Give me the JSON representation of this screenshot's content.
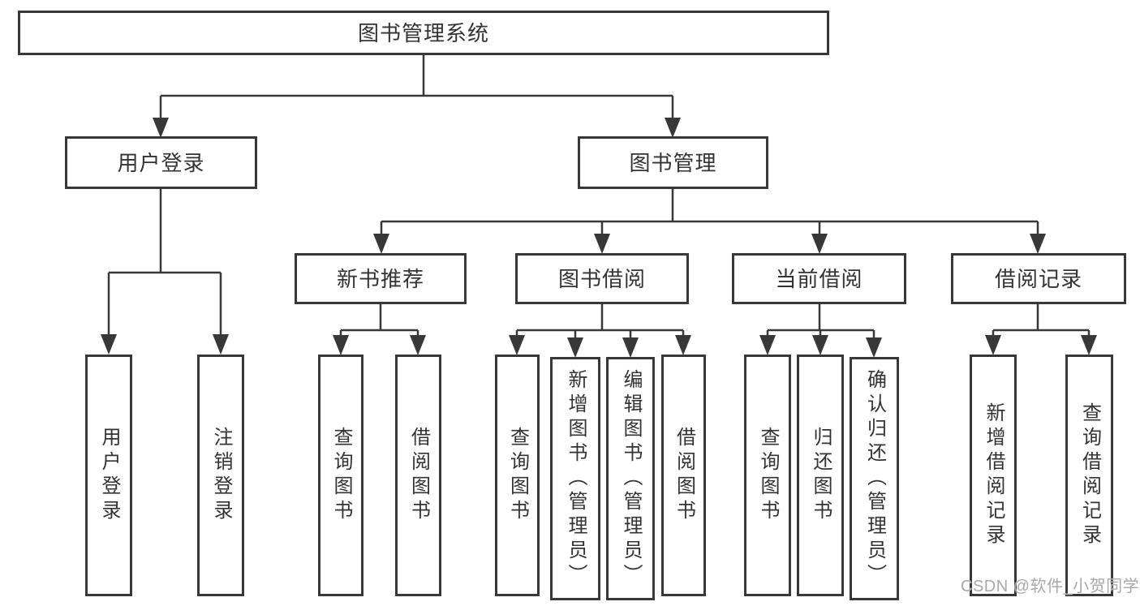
{
  "title": "图书管理系统",
  "colors": {
    "line": "#383838",
    "box_border": "#383838",
    "box_bg": "#ffffff",
    "text": "#333333",
    "page_bg": "#ffffff",
    "watermark": "#a8a8a8"
  },
  "watermark": {
    "text": "CSDN @软件_小贺同学"
  },
  "tree": {
    "root": {
      "label": "图书管理系统"
    },
    "branches": [
      {
        "label": "用户登录",
        "children": [
          {
            "label": "用户登录"
          },
          {
            "label": "注销登录"
          }
        ]
      },
      {
        "label": "图书管理",
        "children": [
          {
            "label": "新书推荐",
            "children": [
              {
                "label": "查询图书"
              },
              {
                "label": "借阅图书"
              }
            ]
          },
          {
            "label": "图书借阅",
            "children": [
              {
                "label": "查询图书"
              },
              {
                "label": "新增图书（管理员）"
              },
              {
                "label": "编辑图书（管理员）"
              },
              {
                "label": "借阅图书"
              }
            ]
          },
          {
            "label": "当前借阅",
            "children": [
              {
                "label": "查询图书"
              },
              {
                "label": "归还图书"
              },
              {
                "label": "确认归还（管理员）"
              }
            ]
          },
          {
            "label": "借阅记录",
            "children": [
              {
                "label": "新增借阅记录"
              },
              {
                "label": "查询借阅记录"
              }
            ]
          }
        ]
      }
    ]
  }
}
